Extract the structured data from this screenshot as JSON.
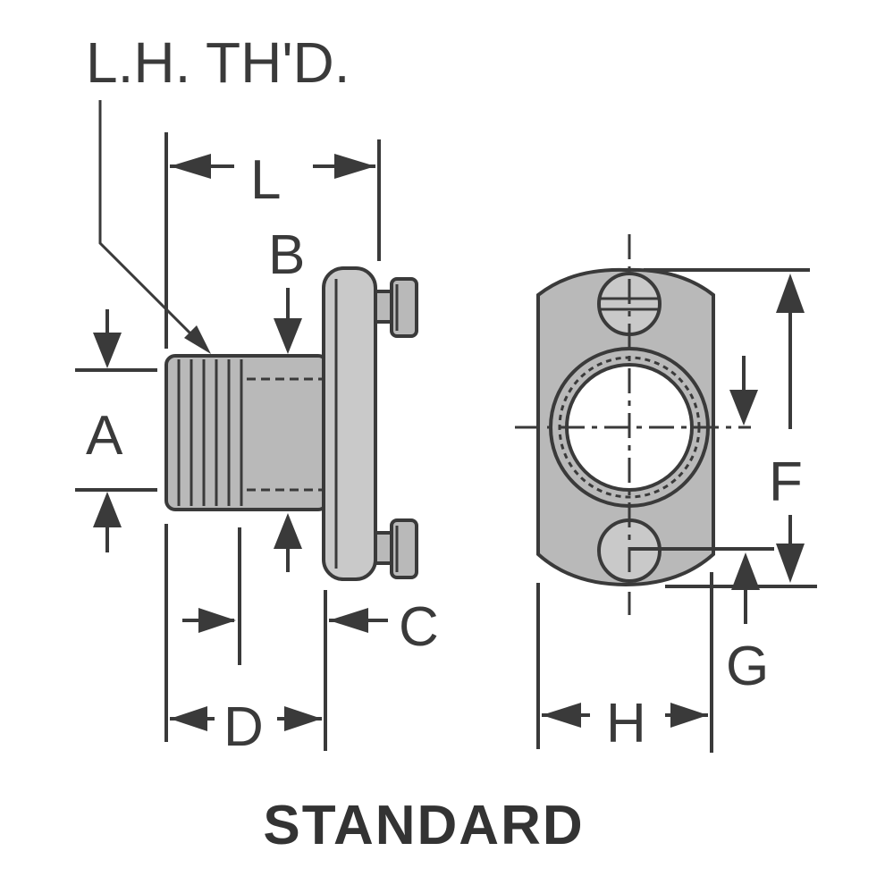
{
  "diagram": {
    "callout_thread": "L.H. TH'D.",
    "dims": {
      "L": "L",
      "B": "B",
      "A": "A",
      "C": "C",
      "D": "D",
      "F": "F",
      "G": "G",
      "H": "H"
    },
    "caption": "STANDARD"
  },
  "colors": {
    "ink": "#3a3a3a",
    "part_fill": "#b9b9b9",
    "background": "#ffffff"
  }
}
